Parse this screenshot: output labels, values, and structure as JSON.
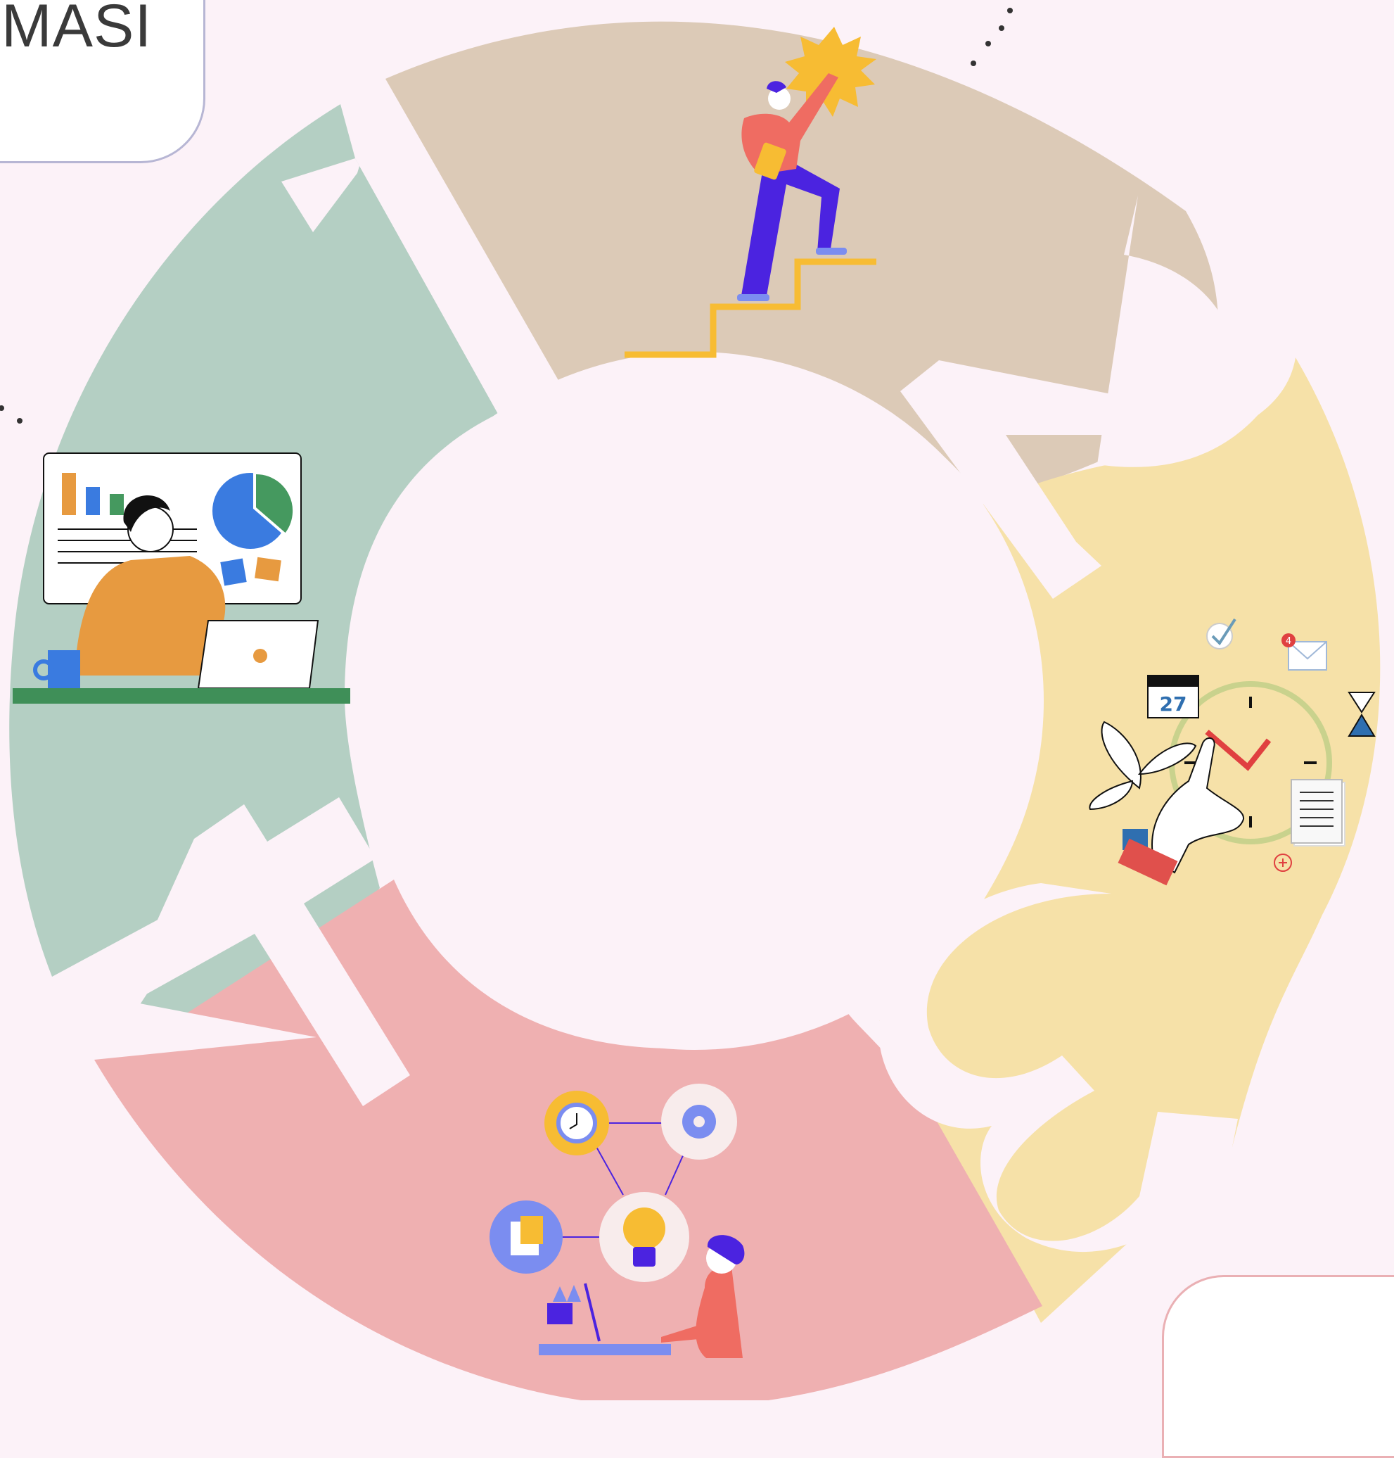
{
  "title": "MASI",
  "colors": {
    "background": "#fcf2f8",
    "segment_top": "#dccab7",
    "segment_left": "#b4cfc3",
    "segment_bottom": "#efb0b1",
    "segment_right": "#f6e1a8"
  },
  "segments": [
    {
      "position": "top",
      "illustration": "person-climbing-stairs-to-sun"
    },
    {
      "position": "right",
      "illustration": "hand-with-clock-and-calendar"
    },
    {
      "position": "bottom",
      "illustration": "person-with-ideas-network"
    },
    {
      "position": "left",
      "illustration": "person-presenting-charts"
    }
  ],
  "calendar_day": "27",
  "mail_badge": "4"
}
